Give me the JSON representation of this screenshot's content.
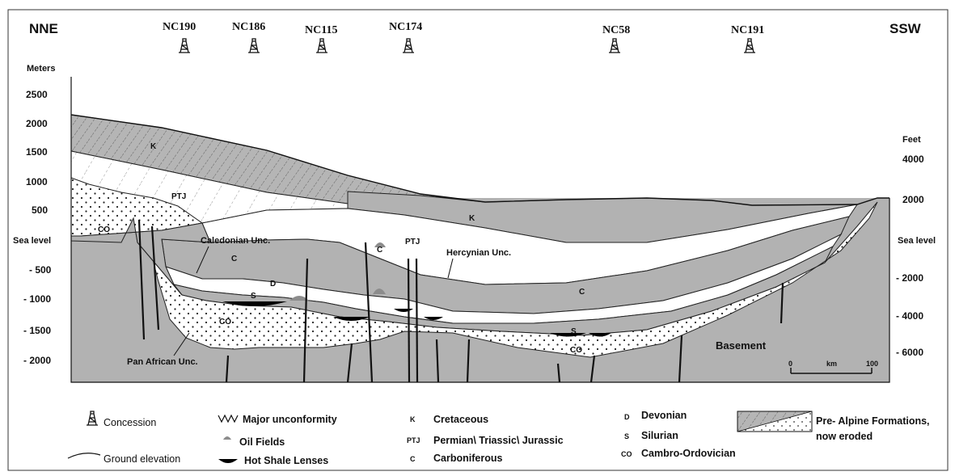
{
  "directions": {
    "left": "NNE",
    "right": "SSW"
  },
  "wells": [
    "NC190",
    "NC186",
    "NC115",
    "NC174",
    "NC58",
    "NC191"
  ],
  "left_axis": {
    "unit": "Meters",
    "ticks": [
      "2500",
      "2000",
      "1500",
      "1000",
      "500",
      "Sea level",
      "- 500",
      "- 1000",
      "- 1500",
      "- 2000"
    ]
  },
  "right_axis": {
    "unit": "Feet",
    "ticks": [
      "4000",
      "2000",
      "Sea level",
      "- 2000",
      "- 4000",
      "- 6000"
    ]
  },
  "formation_labels": {
    "k_top": "K",
    "ptj_left": "PTJ",
    "co_left": "CO",
    "k_mid": "K",
    "c_left": "C",
    "d_left": "D",
    "s_left": "S",
    "co_mid": "CO",
    "c_mid": "C",
    "ptj_mid": "PTJ",
    "c_right": "C",
    "s_right": "S",
    "co_right": "CO",
    "basement": "Basement"
  },
  "unconformity_labels": {
    "caledonian": "Caledonian Unc.",
    "hercynian": "Hercynian Unc.",
    "pan_african": "Pan African Unc."
  },
  "scale_bar": {
    "start": "0",
    "unit": "km",
    "end": "100"
  },
  "legend": {
    "concession": "Concession",
    "ground_elevation": "Ground elevation",
    "major_unconformity": "Major unconformity",
    "oil_fields": "Oil Fields",
    "hot_shale": "Hot Shale Lenses",
    "cretaceous": {
      "code": "K",
      "name": "Cretaceous"
    },
    "ptj": {
      "code": "PTJ",
      "name": "Permian\\ Triassic\\ Jurassic"
    },
    "carboniferous": {
      "code": "C",
      "name": "Carboniferous"
    },
    "devonian": {
      "code": "D",
      "name": "Devonian"
    },
    "silurian": {
      "code": "S",
      "name": "Silurian"
    },
    "cambro": {
      "code": "CO",
      "name": "Cambro-Ordovician"
    },
    "pre_alpine_1": "Pre- Alpine Formations,",
    "pre_alpine_2": "now eroded"
  },
  "colors": {
    "gray": "#b2b2b2",
    "white": "#ffffff",
    "oil": "#8c8c8c",
    "shale": "#000000",
    "line": "#111111"
  }
}
